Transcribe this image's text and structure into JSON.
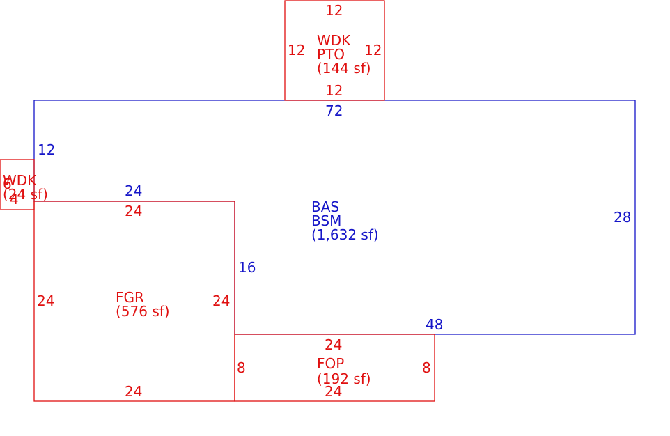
{
  "colors": {
    "blue": "#1515c8",
    "red": "#e01010",
    "background": "#ffffff"
  },
  "areas": [
    {
      "id": "bas",
      "color": "blue",
      "name_lines": [
        "BAS",
        "BSM"
      ],
      "area_text": "(1,632 sf)",
      "dims": {
        "top": "72",
        "right": "28",
        "bottom": "48",
        "inner_vertical": "16",
        "inner_horizontal": "24",
        "left": "12"
      }
    },
    {
      "id": "wdk_pto",
      "color": "red",
      "name_lines": [
        "WDK",
        "PTO"
      ],
      "area_text": "(144 sf)",
      "dims": {
        "top": "12",
        "left": "12",
        "right": "12",
        "bottom": "12"
      }
    },
    {
      "id": "wdk_side",
      "color": "red",
      "name_lines": [
        "WDK"
      ],
      "area_text": "(24 sf)",
      "dims": {
        "width": "6",
        "height": "4"
      }
    },
    {
      "id": "fgr",
      "color": "red",
      "name_lines": [
        "FGR"
      ],
      "area_text": "(576 sf)",
      "dims": {
        "top": "24",
        "left": "24",
        "right": "24",
        "bottom": "24"
      }
    },
    {
      "id": "fop",
      "color": "red",
      "name_lines": [
        "FOP"
      ],
      "area_text": "(192 sf)",
      "dims": {
        "top": "24",
        "left": "8",
        "right": "8",
        "bottom": "24"
      }
    }
  ]
}
